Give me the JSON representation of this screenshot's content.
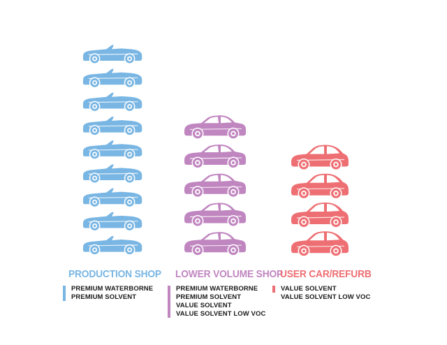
{
  "chart_data": {
    "type": "pictograph",
    "categories": [
      "PRODUCTION SHOP",
      "LOWER VOLUME SHOP",
      "USER CAR/REFURB"
    ],
    "values": [
      9,
      5,
      4
    ],
    "icons": [
      "convertible-car-icon",
      "sedan-car-icon",
      "hatchback-car-icon"
    ],
    "colors": [
      "#79b6e3",
      "#c086c0",
      "#ee6f73"
    ],
    "legend": [
      [
        "PREMIUM WATERBORNE",
        "PREMIUM SOLVENT"
      ],
      [
        "PREMIUM WATERBORNE",
        "PREMIUM SOLVENT",
        "VALUE SOLVENT",
        "VALUE SOLVENT LOW VOC"
      ],
      [
        "VALUE SOLVENT",
        "VALUE SOLVENT LOW VOC"
      ]
    ],
    "title": "",
    "xlabel": "",
    "ylabel": "",
    "grid": false
  }
}
